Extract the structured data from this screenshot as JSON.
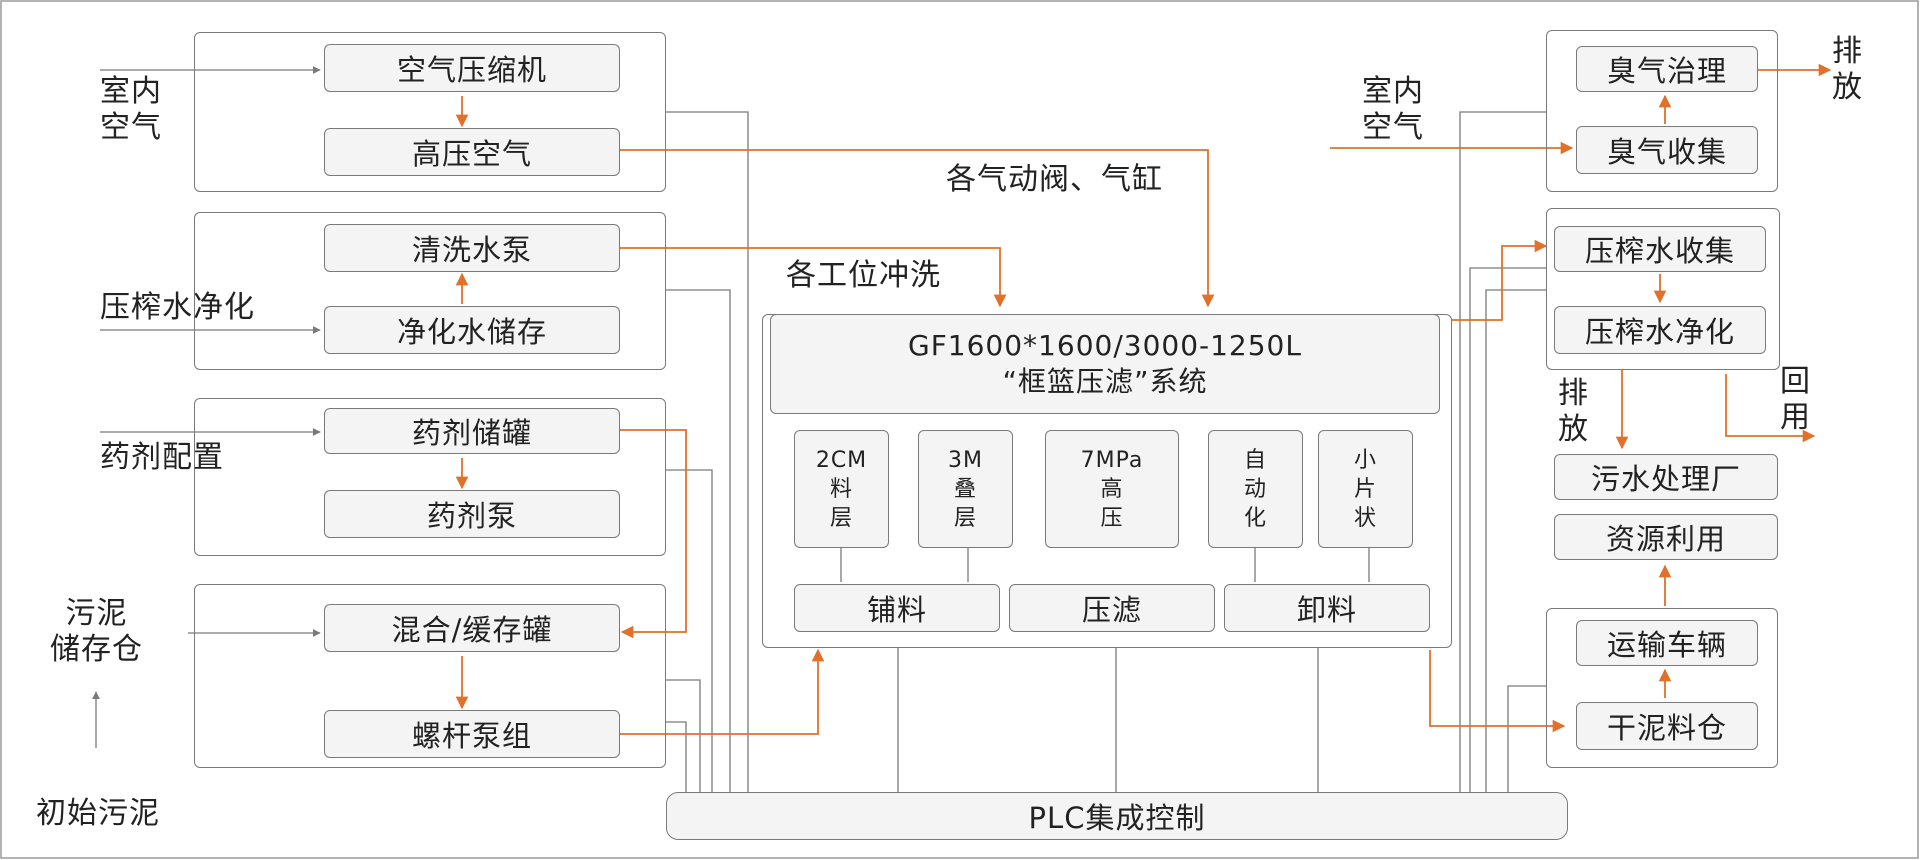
{
  "colors": {
    "accent": "#e0702a",
    "line": "#7a7a7a",
    "box_fill": "#f4f4f4",
    "text": "#222222"
  },
  "left": {
    "air": {
      "compressor": "空气压缩机",
      "high_pressure_air": "高压空气",
      "input_label": "室内\n空气"
    },
    "water": {
      "wash_pump": "清洗水泵",
      "purified_storage": "净化水储存",
      "input_label": "压榨水净化"
    },
    "chem": {
      "tank": "药剂储罐",
      "pump": "药剂泵",
      "input_label": "药剂配置"
    },
    "sludge": {
      "mix_tank": "混合/缓存罐",
      "screw_pump": "螺杆泵组",
      "storage_label": "污泥\n储存仓",
      "initial_label": "初始污泥"
    }
  },
  "center": {
    "label_valves": "各气动阀、气缸",
    "label_wash": "各工位冲洗",
    "system_model": "GF1600*1600/3000-1250L",
    "system_name": "“框篮压滤”系统",
    "features": [
      "2CM\n料\n层",
      "3M\n叠\n层",
      "7MPa\n高\n压",
      "自\n动\n化",
      "小\n片\n状"
    ],
    "stages": [
      "铺料",
      "压滤",
      "卸料"
    ],
    "plc": "PLC集成控制"
  },
  "right": {
    "odor_treat": "臭气治理",
    "odor_collect": "臭气收集",
    "odor_exhaust_label": "排\n放",
    "indoor_air_label": "室内\n空气",
    "press_water_collect": "压榨水收集",
    "press_water_purify": "压榨水净化",
    "discharge_label": "排\n放",
    "reuse_label": "回\n用",
    "sewage_plant": "污水处理厂",
    "resource_use": "资源利用",
    "transport": "运输车辆",
    "dry_silo": "干泥料仓"
  }
}
